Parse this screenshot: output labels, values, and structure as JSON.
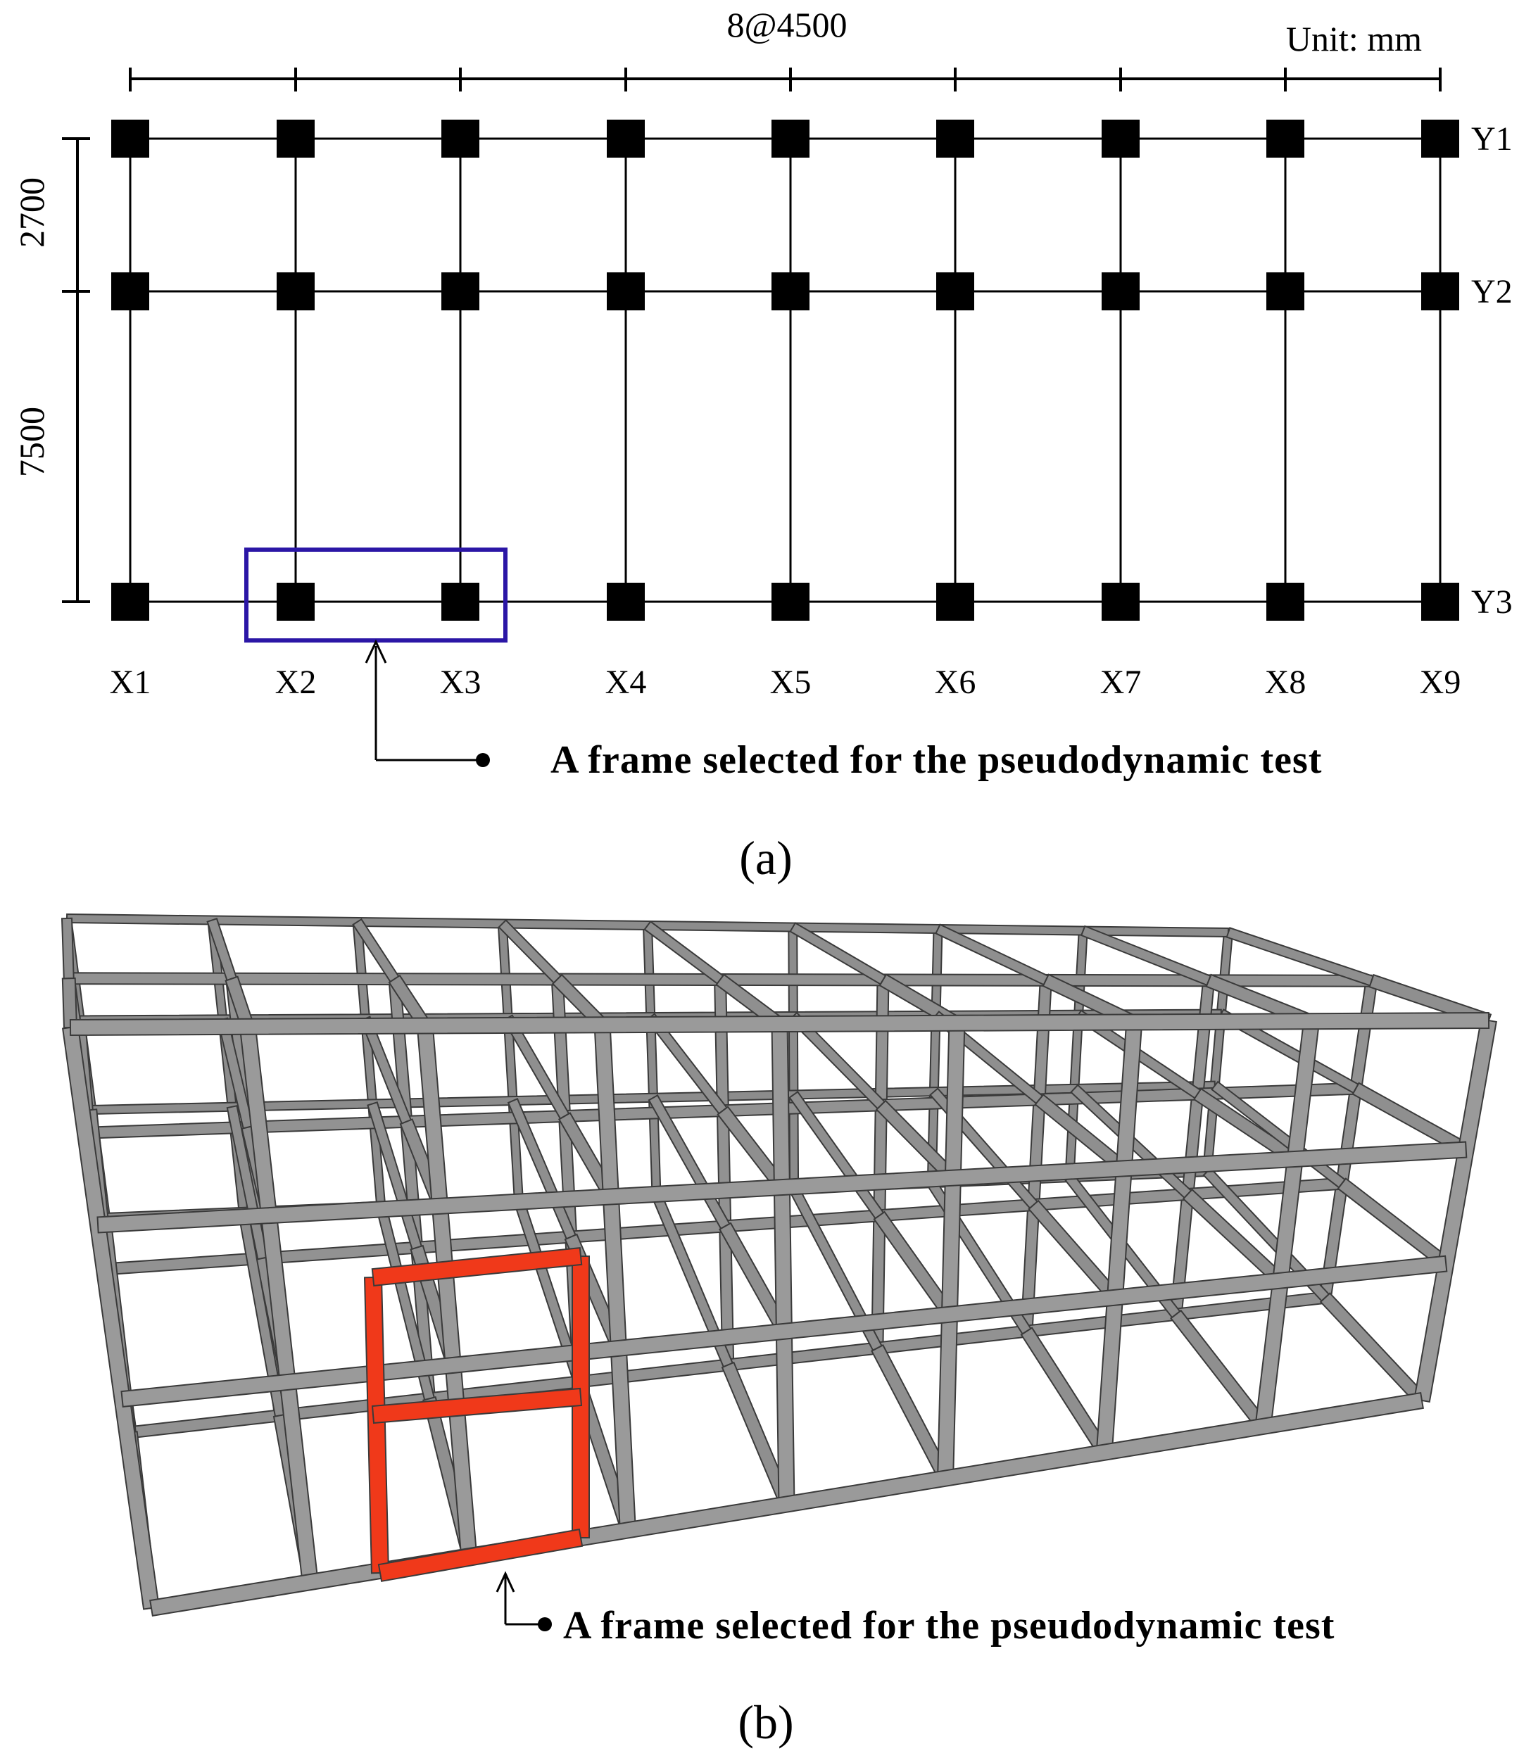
{
  "plan": {
    "dimension_top": "8@4500",
    "unit": "Unit: mm",
    "dimension_left_top": "2700",
    "dimension_left_bottom": "7500",
    "x_axes": [
      "X1",
      "X2",
      "X3",
      "X4",
      "X5",
      "X6",
      "X7",
      "X8",
      "X9"
    ],
    "y_axes": [
      "Y1",
      "Y2",
      "Y3"
    ],
    "callout": "A frame selected for the pseudodynamic test",
    "highlight_color": "#2b16a6",
    "panel_label": "(a)"
  },
  "model3d": {
    "callout": "A frame selected for the pseudodynamic test",
    "member_color": "#9a9a9a",
    "highlight_color": "#f0391a",
    "panel_label": "(b)"
  }
}
